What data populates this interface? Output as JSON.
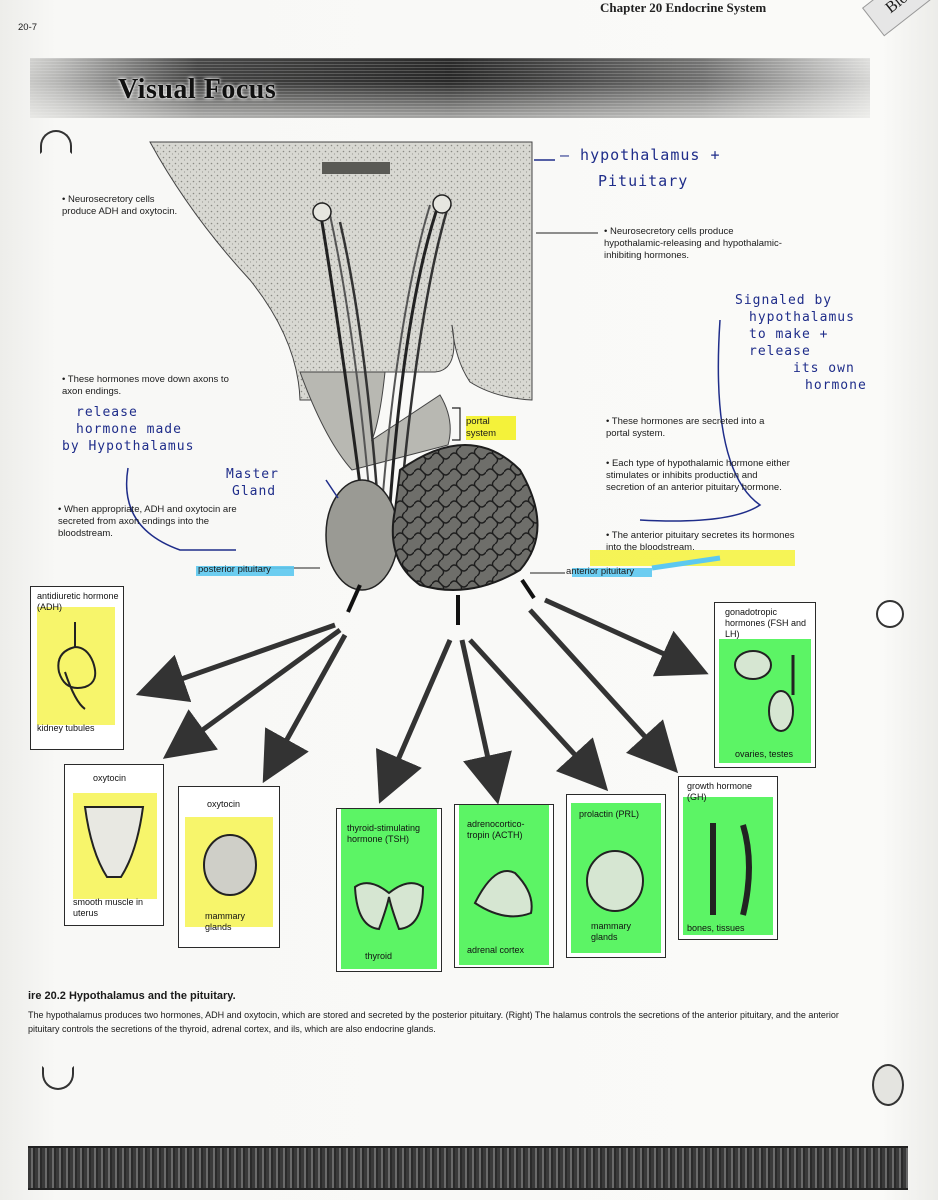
{
  "header": {
    "page_number": "20-7",
    "chapter": "Chapter 20   Endocrine System",
    "tab": "Biolog"
  },
  "banner": {
    "title": "Visual Focus"
  },
  "diagram": {
    "labels": {
      "neurosecretory_left": "• Neurosecretory cells produce ADH and oxytocin.",
      "neurosecretory_right": "• Neurosecretory cells produce hypothalamic-releasing and hypothalamic-inhibiting hormones.",
      "move_down": "• These hormones move down axons to axon endings.",
      "portal_system": "portal system",
      "secreted_portal": "• These hormones are secreted into a portal system.",
      "each_type": "• Each type of hypothalamic hormone either stimulates or inhibits production and secretion of an anterior pituitary hormone.",
      "when_appropriate": "• When appropriate, ADH and oxytocin are secreted from axon endings into the bloodstream.",
      "anterior_secretes": "• The anterior pituitary secretes its hormones into the bloodstream.",
      "posterior_pituitary": "posterior pituitary",
      "anterior_pituitary": "anterior pituitary"
    },
    "handwriting": {
      "title_line1": "— hypothalamus +",
      "title_line2": "Pituitary",
      "signaled": [
        "Signaled by",
        "hypothalamus",
        "to make +",
        "release",
        "its own",
        "hormone"
      ],
      "release": [
        "release",
        "hormone made",
        "by Hypothalamus"
      ],
      "master_gland": [
        "Master",
        "Gland"
      ]
    },
    "targets": [
      {
        "name": "adh",
        "top": "antidiuretic hormone (ADH)",
        "bottom": "kidney tubules",
        "highlight": "yellow"
      },
      {
        "name": "oxytocin-uterus",
        "top": "oxytocin",
        "bottom": "smooth muscle in uterus",
        "highlight": "yellow"
      },
      {
        "name": "oxytocin-mammary",
        "top": "oxytocin",
        "bottom": "mammary glands",
        "highlight": "yellow"
      },
      {
        "name": "tsh",
        "top": "thyroid-stimulating hormone (TSH)",
        "bottom": "thyroid",
        "highlight": "green"
      },
      {
        "name": "acth",
        "top": "adrenocortico-tropin (ACTH)",
        "bottom": "adrenal cortex",
        "highlight": "green"
      },
      {
        "name": "prl",
        "top": "prolactin (PRL)",
        "bottom": "mammary glands",
        "highlight": "green"
      },
      {
        "name": "gh",
        "top": "growth hormone (GH)",
        "bottom": "bones, tissues",
        "highlight": "green"
      },
      {
        "name": "gonadotropic",
        "top": "gonadotropic hormones (FSH and LH)",
        "bottom": "ovaries, testes",
        "highlight": "green"
      }
    ]
  },
  "caption": {
    "title": "ire 20.2  Hypothalamus and the pituitary.",
    "body": "The hypothalamus produces two hormones, ADH and oxytocin, which are stored and secreted by the posterior pituitary. (Right) The halamus controls the secretions of the anterior pituitary, and the anterior pituitary controls the secretions of the thyroid, adrenal cortex, and ils, which are also endocrine glands."
  },
  "colors": {
    "highlight_yellow": "#f4f23a",
    "highlight_green": "#3ff24a",
    "highlight_blue": "#5cc8f0",
    "ink_blue": "#1f2d8a"
  }
}
